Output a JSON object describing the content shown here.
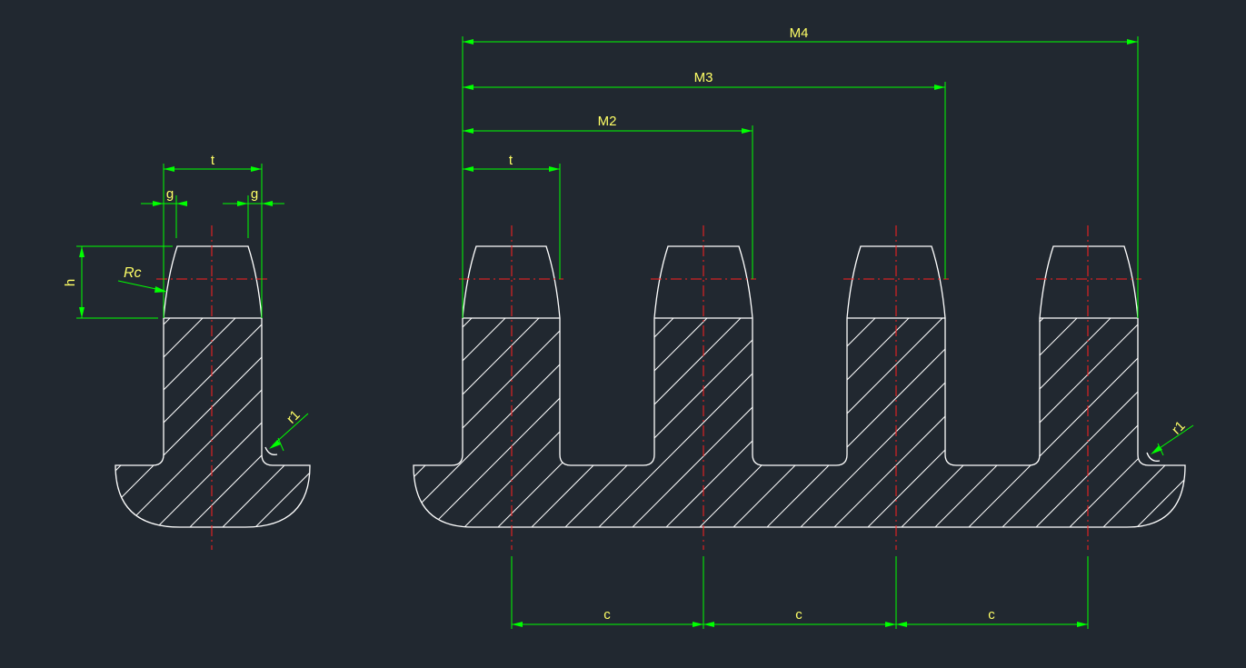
{
  "colors": {
    "background": "#212830",
    "outline": "#ffffff",
    "centerline": "#ff2020",
    "dimension": "#00ff00",
    "dimension_text": "#ffff66"
  },
  "labels": {
    "tooth_width": "t",
    "gap": "g",
    "height": "h",
    "crown_radius": "Rc",
    "root_radius": "r1",
    "span_2": "M2",
    "span_3": "M3",
    "span_4": "M4",
    "pitch": "c"
  }
}
